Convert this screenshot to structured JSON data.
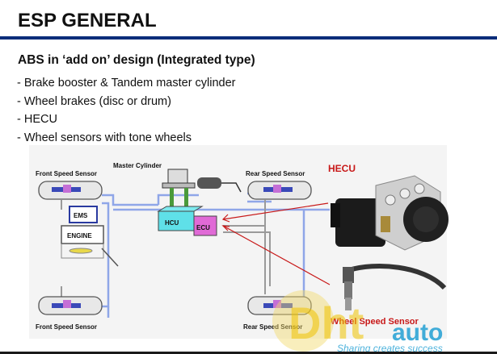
{
  "slide": {
    "title": "ESP GENERAL",
    "subtitle": "ABS in ‘add on’ design (Integrated type)",
    "bullets": [
      "- Brake booster & Tandem master cylinder",
      "- Wheel brakes (disc or drum)",
      "- HECU",
      "- Wheel sensors with tone wheels"
    ]
  },
  "diagram": {
    "labels": {
      "master_cylinder": "Master Cylinder",
      "front_sensor_top": "Front Speed Sensor",
      "rear_sensor_top": "Rear Speed Sensor",
      "front_sensor_bottom": "Front Speed Sensor",
      "rear_sensor_bottom": "Rear Speed Sensor",
      "ems": "EMS",
      "engine": "ENGINE",
      "hcu": "HCU",
      "ecu": "ECU",
      "hecu": "HECU",
      "wheel_speed_sensor": "Wheel Speed Sensor"
    }
  },
  "watermark": {
    "brand_left": "Dht",
    "brand_right": "auto",
    "tagline": "Sharing creates success"
  },
  "colors": {
    "title_rule": "#0b2d7a",
    "hcu_fill": "#5fe0e8",
    "ecu_fill": "#e06ad6",
    "line_blue": "#7fa0e6",
    "hecu_red": "#c81818"
  }
}
